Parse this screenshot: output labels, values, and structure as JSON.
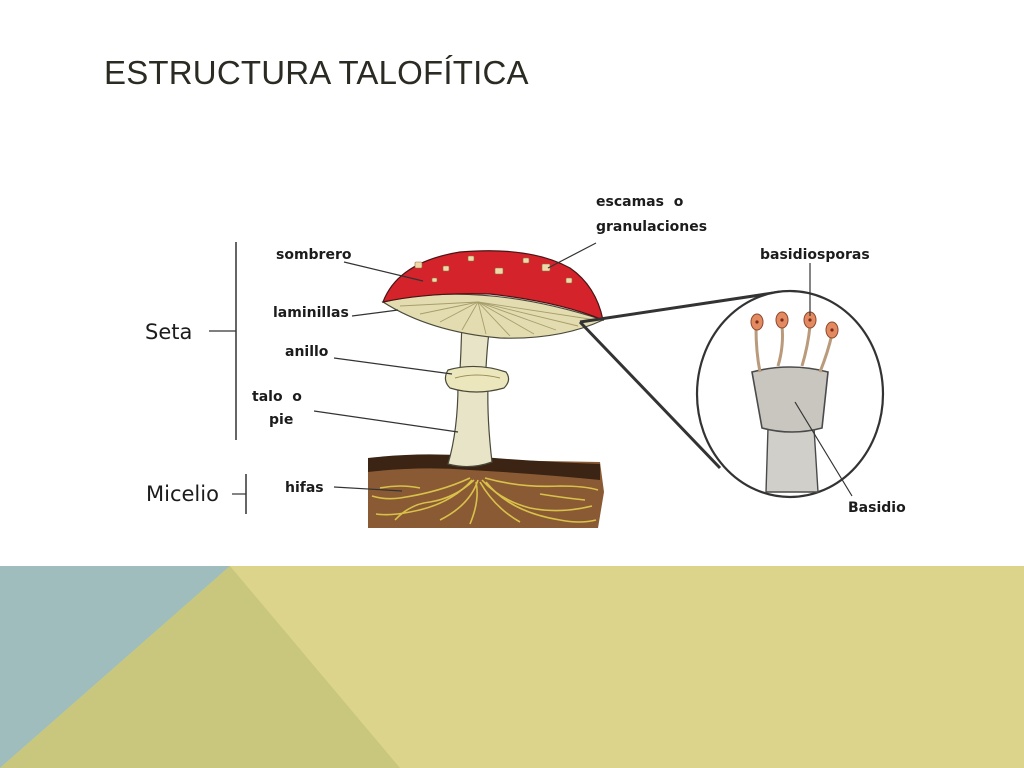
{
  "slide": {
    "title": "ESTRUCTURA TALOFÍTICA"
  },
  "diagram": {
    "groups": {
      "seta": "Seta",
      "micelio": "Micelio"
    },
    "labels": {
      "sombrero": "sombrero",
      "laminillas": "laminillas",
      "anillo": "anillo",
      "talo_line1": "talo  o",
      "talo_line2": "pie",
      "hifas": "hifas",
      "escamas_line1": "escamas  o",
      "escamas_line2": "granulaciones",
      "basidiosporas": "basidiosporas",
      "basidio": "Basidio"
    }
  },
  "colors": {
    "cap": "#d4232b",
    "gills": "#e2dcb0",
    "stem": "#e8e4c8",
    "soil": "#8a5a34",
    "hyphae": "#d9c24a",
    "spore": "#e48a60",
    "band_yellow": "#dcd48a",
    "band_blue": "#9fbdbc",
    "band_olive": "#c9c77e"
  }
}
